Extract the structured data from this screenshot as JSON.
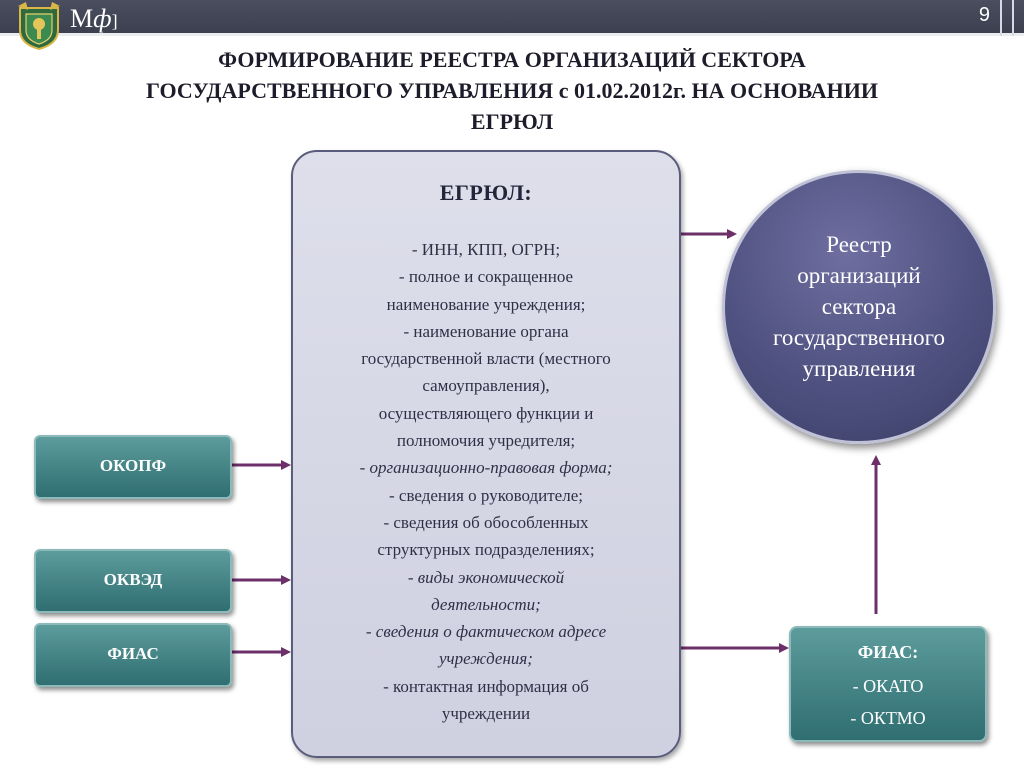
{
  "header": {
    "brand": "М",
    "brand_italic": "ф",
    "brand_tail": "]",
    "page_number": "9"
  },
  "title": {
    "line1": "ФОРМИРОВАНИЕ РЕЕСТРА ОРГАНИЗАЦИЙ СЕКТОРА",
    "line2": "ГОСУДАРСТВЕННОГО УПРАВЛЕНИЯ с 01.02.2012г. НА ОСНОВАНИИ",
    "line3": "ЕГРЮЛ"
  },
  "egrul": {
    "title": "ЕГРЮЛ:",
    "lines": [
      "- ИНН, КПП, ОГРН;",
      "- полное и сокращенное",
      "наименование учреждения;",
      "- наименование органа",
      "государственной власти (местного",
      "самоуправления),",
      "осуществляющего функции и",
      "полномочия учредителя;",
      "- организационно-правовая форма;",
      "- сведения о руководителе;",
      "- сведения об обособленных",
      "структурных подразделениях;",
      "- виды экономической",
      "деятельности;",
      "- сведения о фактическом адресе",
      "учреждения;",
      "- контактная информация об",
      "учреждении"
    ]
  },
  "registry": {
    "lines": [
      "Реестр",
      "организаций",
      "сектора",
      "государственного",
      "управления"
    ]
  },
  "sources": {
    "okopf": "ОКОПФ",
    "okved": "ОКВЭД",
    "fias": "ФИАС"
  },
  "fias_box": {
    "title": "ФИАС:",
    "line1": "- ОКАТО",
    "line2": "- ОКТМО"
  },
  "colors": {
    "arrow": "#6d2f6a",
    "teal": "#3f7f82",
    "circle": "#4f5180",
    "box_border": "#5a5c7c"
  }
}
